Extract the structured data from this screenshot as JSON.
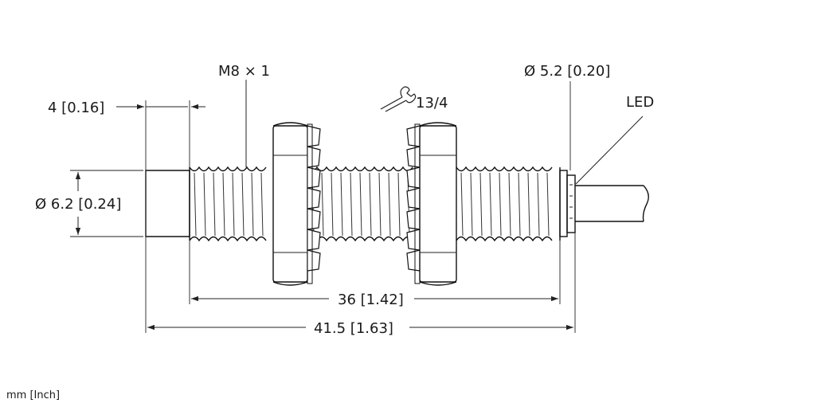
{
  "labels": {
    "thread": "M8 × 1",
    "wrench_size": "13/4",
    "cable_diameter": "Ø 5.2 [0.20]",
    "led": "LED",
    "face_length": "4 [0.16]",
    "face_diameter": "Ø 6.2 [0.24]",
    "thread_length": "36 [1.42]",
    "overall_length": "41.5 [1.63]",
    "units": "mm [Inch]"
  },
  "icons": {
    "wrench": "wrench-icon",
    "arrow": "arrow-head"
  }
}
